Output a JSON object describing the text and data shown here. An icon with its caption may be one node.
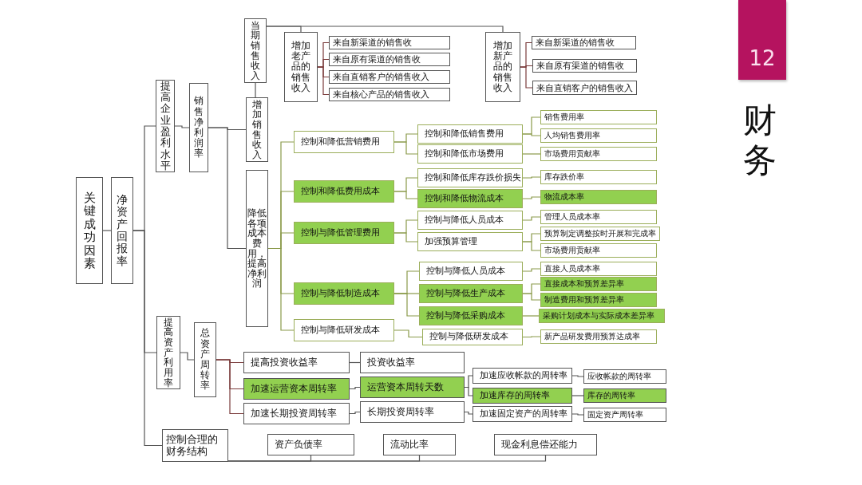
{
  "diagram": {
    "nodes": [
      {
        "text": [
          "关键成功因素"
        ]
      },
      {
        "text": [
          "净资产回报率"
        ]
      },
      {
        "text": [
          "提高企业盈利水平"
        ]
      },
      {
        "text": [
          "销售净利润率"
        ]
      },
      {
        "text": [
          "当期销售收入"
        ]
      },
      {
        "text": [
          "增加老产品的销售收入"
        ]
      },
      {
        "text": [
          "来自新渠道的销售收"
        ]
      },
      {
        "text": [
          "来自原有渠道的销售收"
        ]
      },
      {
        "text": [
          "来自直销客户的销售收入"
        ]
      },
      {
        "text": [
          "来自核心产品的销售收入"
        ]
      },
      {
        "text": [
          "增加新产品的销售收入"
        ]
      },
      {
        "text": [
          "来自新渠道的销售收"
        ]
      },
      {
        "text": [
          "来自原有渠道的销售收"
        ]
      },
      {
        "text": [
          "来自直销客户的销售收入"
        ]
      },
      {
        "text": [
          "增加销售收入"
        ]
      },
      {
        "text": [
          "降低各项成本费用，提高净利润"
        ]
      },
      {
        "text": [
          "控制和降低营销费用"
        ]
      },
      {
        "text": [
          "控制和降低销售费用"
        ]
      },
      {
        "text": [
          "控制和降低市场费用"
        ]
      },
      {
        "text": [
          "销售费用率"
        ]
      },
      {
        "text": [
          "人均销售费用率"
        ]
      },
      {
        "text": [
          "市场费用贡献率"
        ]
      },
      {
        "text": [
          "控制和降低费用成本"
        ]
      },
      {
        "text": [
          "控制和降低库存跌价损失"
        ]
      },
      {
        "text": [
          "控制和降低物流成本"
        ]
      },
      {
        "text": [
          "库存跌价率"
        ]
      },
      {
        "text": [
          "物流成本率"
        ]
      },
      {
        "text": [
          "控制与降低管理费用"
        ]
      },
      {
        "text": [
          "控制与降低人员成本"
        ]
      },
      {
        "text": [
          "加强预算管理"
        ]
      },
      {
        "text": [
          "管理人员成本率"
        ]
      },
      {
        "text": [
          "预算制定调整按时开展和完成率"
        ]
      },
      {
        "text": [
          "市场费用贡献率"
        ]
      },
      {
        "text": [
          "控制与降低制造成本"
        ]
      },
      {
        "text": [
          "控制与降低人员成本"
        ]
      },
      {
        "text": [
          "控制与降低生产成本"
        ]
      },
      {
        "text": [
          "控制与降低采购成本"
        ]
      },
      {
        "text": [
          "直接人员成本率"
        ]
      },
      {
        "text": [
          "直接成本和预算差异率"
        ]
      },
      {
        "text": [
          "制造费用和预算差异率"
        ]
      },
      {
        "text": [
          "采购计划成本与实际成本差异率"
        ]
      },
      {
        "text": [
          "控制与降低研发成本"
        ]
      },
      {
        "text": [
          "控制与降低研发成本"
        ]
      },
      {
        "text": [
          "新产品研发费用预算达成率"
        ]
      },
      {
        "text": [
          "提高资产利用率"
        ]
      },
      {
        "text": [
          "总资产周转率"
        ]
      },
      {
        "text": [
          "提高投资收益率"
        ]
      },
      {
        "text": [
          "投资收益率"
        ]
      },
      {
        "text": [
          "加速运营资本周转率"
        ]
      },
      {
        "text": [
          "运营资本周转天数"
        ]
      },
      {
        "text": [
          "加速长期投资周转率"
        ]
      },
      {
        "text": [
          "长期投资周转率"
        ]
      },
      {
        "text": [
          "加速应收帐款的周转率"
        ]
      },
      {
        "text": [
          "加速库存的周转率"
        ]
      },
      {
        "text": [
          "加速固定资产的周转率"
        ]
      },
      {
        "text": [
          "应收帐款的周转率"
        ]
      },
      {
        "text": [
          "库存的周转率"
        ]
      },
      {
        "text": [
          "固定资产周转率"
        ]
      },
      {
        "text": [
          "控制合理的财务结构"
        ]
      },
      {
        "text": [
          "资产负债率"
        ]
      },
      {
        "text": [
          "流动比率"
        ]
      },
      {
        "text": [
          "现金利息偿还能力"
        ]
      }
    ],
    "edges": [
      {
        "from": 0,
        "to": 1,
        "arrow": "none"
      },
      {
        "from": 1,
        "to": 2,
        "arrow": "none"
      },
      {
        "from": 1,
        "to": 44,
        "arrow": "none"
      },
      {
        "from": 1,
        "to": 58,
        "arrow": "none"
      },
      {
        "from": 2,
        "to": 3,
        "arrow": "none"
      },
      {
        "from": 3,
        "to": 14,
        "arrow": "none"
      },
      {
        "from": 3,
        "to": 15,
        "arrow": "none"
      },
      {
        "from": 14,
        "to": 4,
        "arrow": "none"
      },
      {
        "from": 4,
        "to": 5,
        "arrow": "none"
      },
      {
        "from": 4,
        "to": 10,
        "arrow": "none"
      },
      {
        "from": 5,
        "to": 6,
        "arrow": "none",
        "color": "#7a3b3b"
      },
      {
        "from": 5,
        "to": 7,
        "arrow": "none",
        "color": "#7a3b3b"
      },
      {
        "from": 5,
        "to": 8,
        "arrow": "none",
        "color": "#7a3b3b"
      },
      {
        "from": 5,
        "to": 9,
        "arrow": "none",
        "color": "#7a3b3b"
      },
      {
        "from": 10,
        "to": 11,
        "arrow": "none",
        "color": "#7a3b3b"
      },
      {
        "from": 10,
        "to": 12,
        "arrow": "none",
        "color": "#7a3b3b"
      },
      {
        "from": 10,
        "to": 13,
        "arrow": "none",
        "color": "#7a3b3b"
      },
      {
        "from": 15,
        "to": 16,
        "arrow": "none",
        "color": "#8a9a4a"
      },
      {
        "from": 15,
        "to": 22,
        "arrow": "none",
        "color": "#8a9a4a"
      },
      {
        "from": 15,
        "to": 27,
        "arrow": "none",
        "color": "#8a9a4a"
      },
      {
        "from": 15,
        "to": 33,
        "arrow": "none",
        "color": "#8a9a4a"
      },
      {
        "from": 15,
        "to": 41,
        "arrow": "none",
        "color": "#8a9a4a"
      },
      {
        "from": 16,
        "to": 17,
        "arrow": "none",
        "color": "#8a9a4a"
      },
      {
        "from": 16,
        "to": 18,
        "arrow": "none",
        "color": "#8a9a4a"
      },
      {
        "from": 17,
        "to": 19,
        "arrow": "none",
        "color": "#8a9a4a"
      },
      {
        "from": 17,
        "to": 20,
        "arrow": "none",
        "color": "#8a9a4a"
      },
      {
        "from": 18,
        "to": 21,
        "arrow": "none",
        "color": "#8a9a4a"
      },
      {
        "from": 22,
        "to": 23,
        "arrow": "none",
        "color": "#8a9a4a"
      },
      {
        "from": 22,
        "to": 24,
        "arrow": "none",
        "color": "#8a9a4a"
      },
      {
        "from": 23,
        "to": 25,
        "arrow": "none",
        "color": "#8a9a4a"
      },
      {
        "from": 24,
        "to": 26,
        "arrow": "none",
        "color": "#8a9a4a"
      },
      {
        "from": 27,
        "to": 28,
        "arrow": "none",
        "color": "#8a9a4a"
      },
      {
        "from": 27,
        "to": 29,
        "arrow": "none",
        "color": "#8a9a4a"
      },
      {
        "from": 28,
        "to": 30,
        "arrow": "none",
        "color": "#8a9a4a"
      },
      {
        "from": 29,
        "to": 31,
        "arrow": "none",
        "color": "#8a9a4a"
      },
      {
        "from": 29,
        "to": 32,
        "arrow": "none",
        "color": "#8a9a4a"
      },
      {
        "from": 33,
        "to": 34,
        "arrow": "none",
        "color": "#8a9a4a"
      },
      {
        "from": 33,
        "to": 35,
        "arrow": "none",
        "color": "#8a9a4a"
      },
      {
        "from": 33,
        "to": 36,
        "arrow": "none",
        "color": "#8a9a4a"
      },
      {
        "from": 34,
        "to": 37,
        "arrow": "none",
        "color": "#8a9a4a"
      },
      {
        "from": 35,
        "to": 38,
        "arrow": "none",
        "color": "#8a9a4a"
      },
      {
        "from": 35,
        "to": 39,
        "arrow": "none",
        "color": "#8a9a4a"
      },
      {
        "from": 36,
        "to": 40,
        "arrow": "none",
        "color": "#8a9a4a"
      },
      {
        "from": 41,
        "to": 42,
        "arrow": "none",
        "color": "#8a9a4a"
      },
      {
        "from": 42,
        "to": 43,
        "arrow": "none",
        "color": "#8a9a4a"
      },
      {
        "from": 44,
        "to": 45,
        "arrow": "none"
      },
      {
        "from": 45,
        "to": 46,
        "arrow": "none",
        "color": "#7a3b3b"
      },
      {
        "from": 45,
        "to": 48,
        "arrow": "none",
        "color": "#7a3b3b"
      },
      {
        "from": 45,
        "to": 50,
        "arrow": "none",
        "color": "#7a3b3b"
      },
      {
        "from": 46,
        "to": 47,
        "arrow": "none"
      },
      {
        "from": 48,
        "to": 49,
        "arrow": "none"
      },
      {
        "from": 50,
        "to": 51,
        "arrow": "none"
      },
      {
        "from": 49,
        "to": 52,
        "arrow": "none"
      },
      {
        "from": 49,
        "to": 53,
        "arrow": "none"
      },
      {
        "from": 51,
        "to": 54,
        "arrow": "none"
      },
      {
        "from": 52,
        "to": 55,
        "arrow": "none"
      },
      {
        "from": 53,
        "to": 56,
        "arrow": "none"
      },
      {
        "from": 54,
        "to": 57,
        "arrow": "none"
      },
      {
        "from": 58,
        "to": 59,
        "arrow": "none"
      },
      {
        "from": 58,
        "to": 60,
        "arrow": "none"
      },
      {
        "from": 58,
        "to": 61,
        "arrow": "none"
      }
    ],
    "labels": [
      "12",
      "财务"
    ]
  }
}
